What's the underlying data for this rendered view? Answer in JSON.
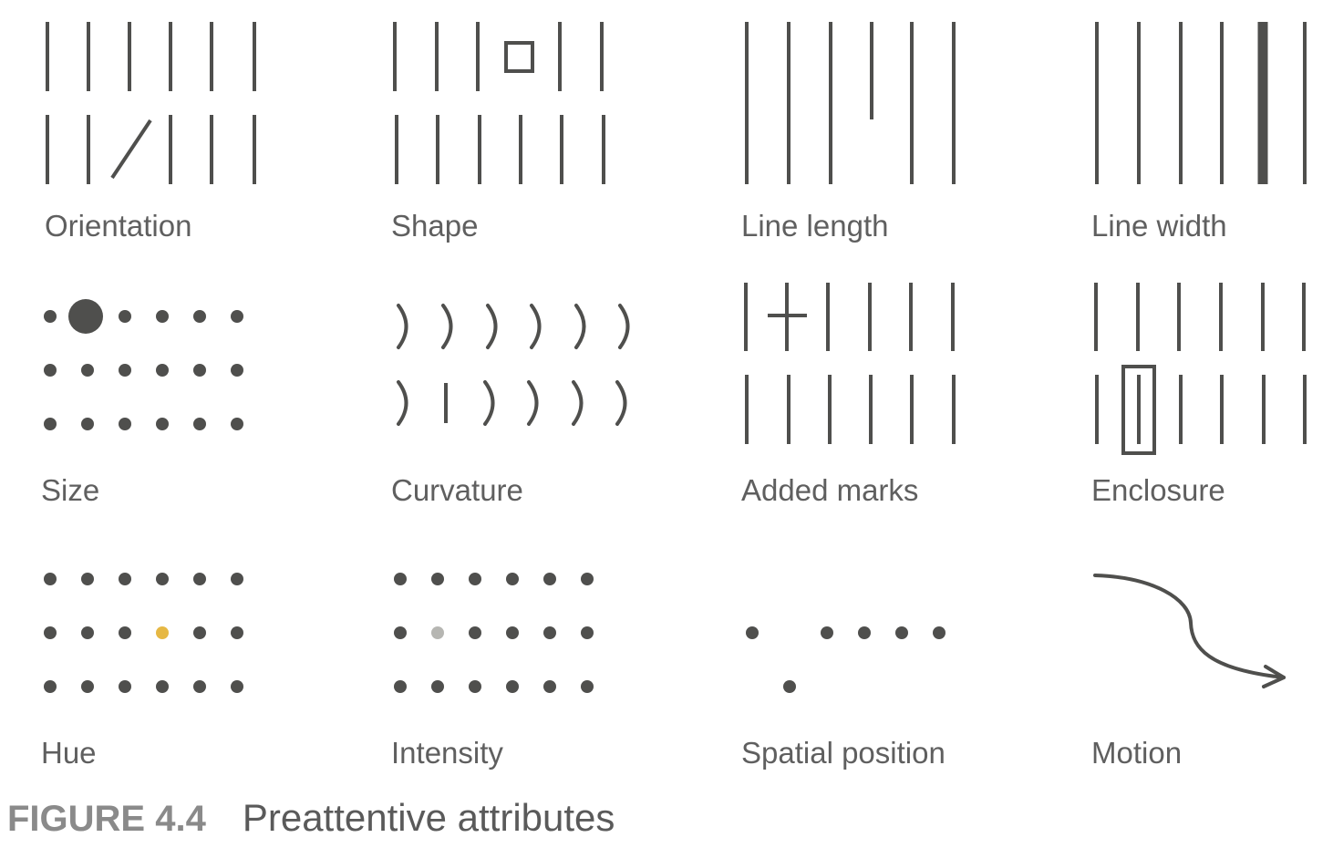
{
  "colors": {
    "mark": "#4f4f4d",
    "highlight_hue": "#e6b844",
    "highlight_intensity": "#b6b6b2",
    "caption_number": "#8a8a8a",
    "caption_title": "#5a5a5a",
    "label": "#5f5f5f"
  },
  "panels": [
    {
      "id": "orientation",
      "label": "Orientation",
      "icon": "orientation-icon"
    },
    {
      "id": "shape",
      "label": "Shape",
      "icon": "shape-icon"
    },
    {
      "id": "line-length",
      "label": "Line length",
      "icon": "line-length-icon"
    },
    {
      "id": "line-width",
      "label": "Line width",
      "icon": "line-width-icon"
    },
    {
      "id": "size",
      "label": "Size",
      "icon": "size-icon"
    },
    {
      "id": "curvature",
      "label": "Curvature",
      "icon": "curvature-icon"
    },
    {
      "id": "added-marks",
      "label": "Added marks",
      "icon": "added-marks-icon"
    },
    {
      "id": "enclosure",
      "label": "Enclosure",
      "icon": "enclosure-icon"
    },
    {
      "id": "hue",
      "label": "Hue",
      "icon": "hue-icon"
    },
    {
      "id": "intensity",
      "label": "Intensity",
      "icon": "intensity-icon"
    },
    {
      "id": "spatial-position",
      "label": "Spatial position",
      "icon": "spatial-position-icon"
    },
    {
      "id": "motion",
      "label": "Motion",
      "icon": "motion-arrow-icon"
    }
  ],
  "caption": {
    "number": "FIGURE 4.4",
    "title": "Preattentive attributes"
  }
}
